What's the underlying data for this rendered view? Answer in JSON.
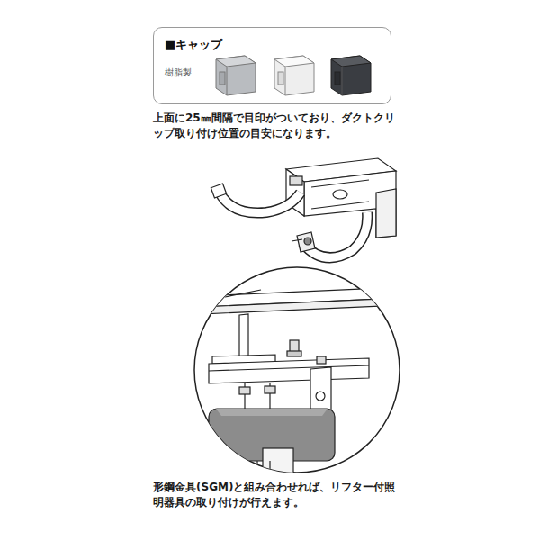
{
  "diagram": {
    "nodes": [
      {
        "text": [
          "■キャップ",
          "樹脂製"
        ]
      }
    ],
    "labels": [
      "上面に25㎜間隔で目印がついており、ダクトクリップ取り付け位置の目安になります。",
      "形鋼金具(SGM)と組み合わせれば、リフター付照明器具の取り付けが行えます。"
    ]
  }
}
